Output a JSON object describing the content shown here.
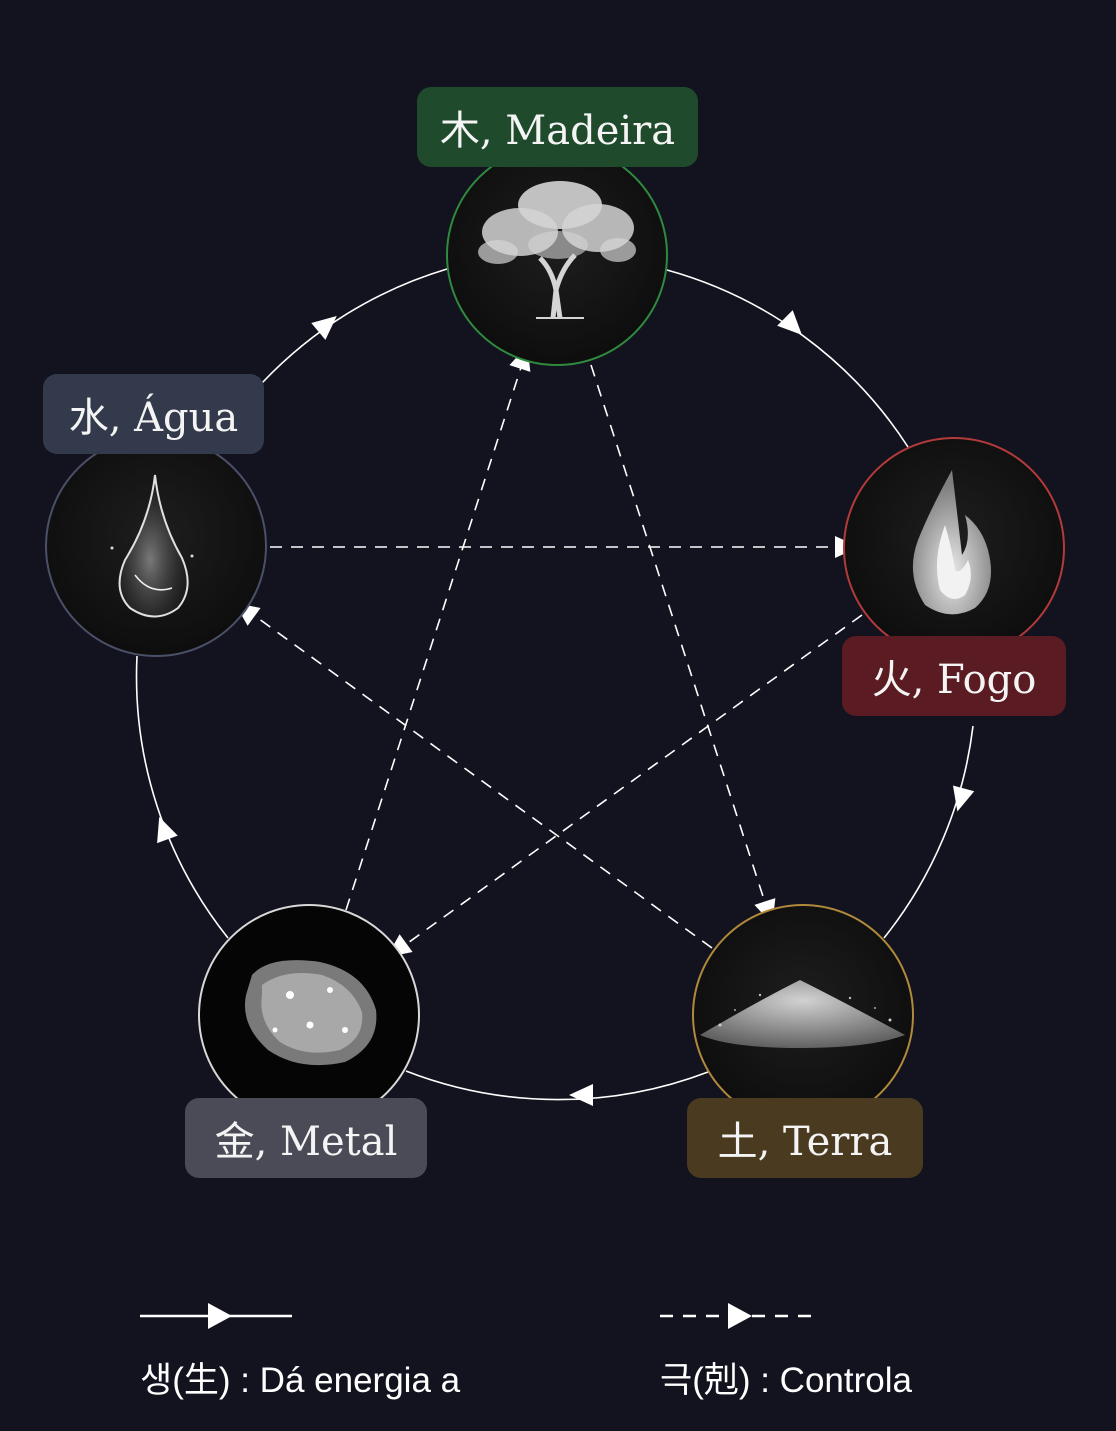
{
  "elements": {
    "wood": {
      "label": "木, Madeira",
      "icon": "tree-icon",
      "ring_color": "#2f8a3e",
      "badge_color": "#1f4a2c"
    },
    "fire": {
      "label": "火, Fogo",
      "icon": "flame-icon",
      "ring_color": "#b33a3a",
      "badge_color": "#5a1c22"
    },
    "earth": {
      "label": "土, Terra",
      "icon": "sand-pile-icon",
      "ring_color": "#b08a3a",
      "badge_color": "#4a3a20"
    },
    "metal": {
      "label": "金, Metal",
      "icon": "ore-icon",
      "ring_color": "#d8d8d8",
      "badge_color": "#4a4b56"
    },
    "water": {
      "label": "水, Água",
      "icon": "water-drop-icon",
      "ring_color": "#4a5068",
      "badge_color": "#333a4c"
    }
  },
  "legend": {
    "generating": {
      "label": "생(生) : Dá energia a",
      "line_style": "solid"
    },
    "controlling": {
      "label": "극(剋) : Controla",
      "line_style": "dashed"
    }
  }
}
